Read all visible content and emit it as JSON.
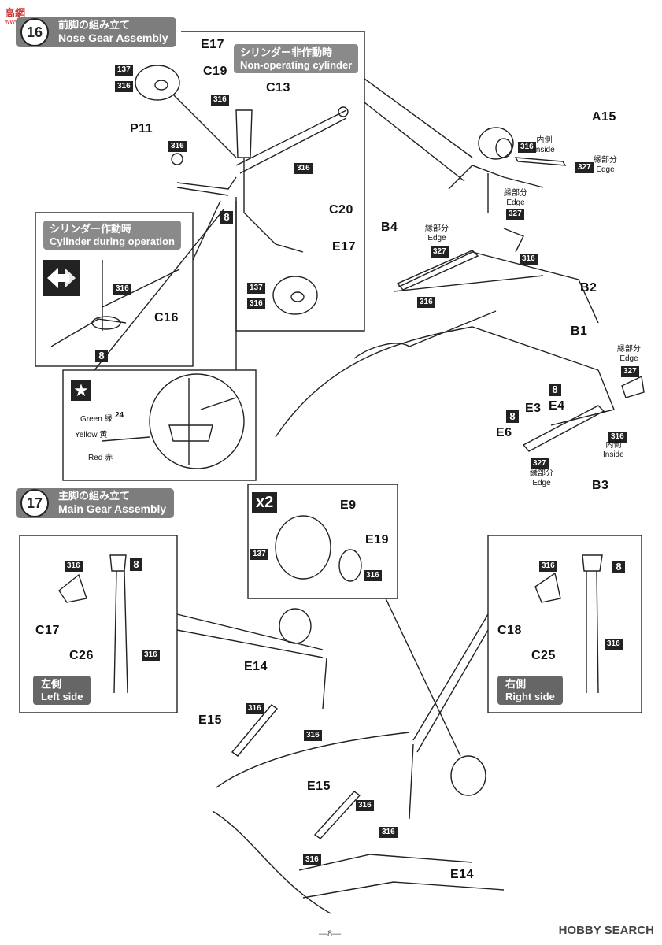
{
  "watermark": {
    "logo": "高網",
    "site": "www.cxsun.com"
  },
  "step16": {
    "number": "16",
    "title_jp": "前脚の組み立て",
    "title_en": "Nose Gear Assembly"
  },
  "step17": {
    "number": "17",
    "title_jp": "主脚の組み立て",
    "title_en": "Main Gear Assembly"
  },
  "non_operating": {
    "jp": "シリンダー非作動時",
    "en": "Non-operating cylinder"
  },
  "operating": {
    "jp": "シリンダー作動時",
    "en": "Cylinder during operation"
  },
  "colors_note": {
    "green": "Green 緑",
    "green_num": "24",
    "yellow": "Yellow 黄",
    "red": "Red 赤"
  },
  "left_side": {
    "jp": "左側",
    "en": "Left side"
  },
  "right_side": {
    "jp": "右側",
    "en": "Right side"
  },
  "multiplier": "x2",
  "parts": {
    "e17a": "E17",
    "c19": "C19",
    "c13": "C13",
    "p11": "P11",
    "c20": "C20",
    "e17b": "E17",
    "c16": "C16",
    "a15": "A15",
    "b4": "B4",
    "b2": "B2",
    "b1": "B1",
    "e3": "E3",
    "e4": "E4",
    "e6": "E6",
    "b3": "B3",
    "e9": "E9",
    "e19": "E19",
    "c17": "C17",
    "c26": "C26",
    "c18": "C18",
    "c25": "C25",
    "e14a": "E14",
    "e15a": "E15",
    "e15b": "E15",
    "e14b": "E14"
  },
  "paints": {
    "p137": "137",
    "p316": "316",
    "p327": "327",
    "p8": "8",
    "p24": "24"
  },
  "notes": {
    "inside_jp": "内側",
    "inside_en": "Inside",
    "edge_jp": "縁部分",
    "edge_en": "Edge"
  },
  "footer": {
    "page": "—8—",
    "brand": "HOBBY SEARCH"
  }
}
